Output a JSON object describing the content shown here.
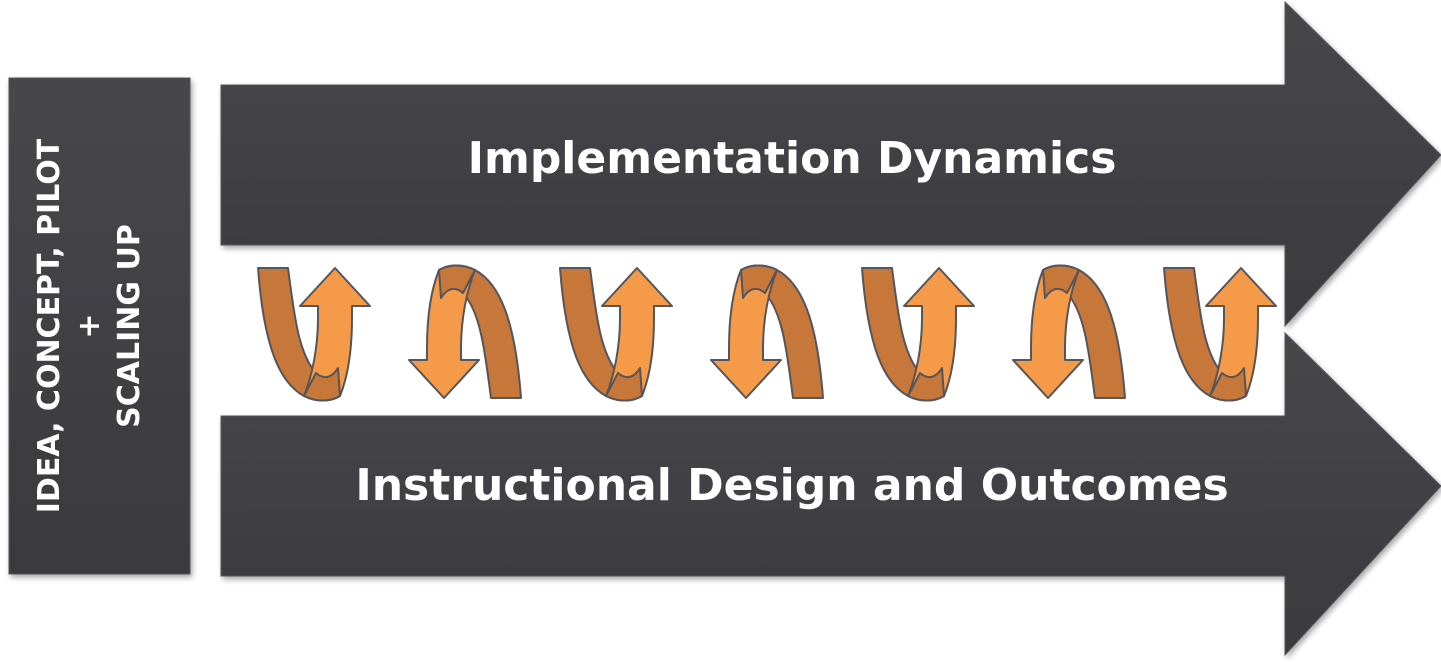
{
  "side_box": {
    "line1": "IDEA, CONCEPT, PILOT",
    "line2": "+",
    "line3": "SCALING UP"
  },
  "top_arrow": {
    "label": "Implementation Dynamics"
  },
  "bottom_arrow": {
    "label": "Instructional Design and Outcomes"
  },
  "loops": [
    "up",
    "down",
    "up",
    "down",
    "up",
    "down",
    "up"
  ],
  "colors": {
    "arrow_fill": "#404044",
    "box_fill": "#3f3f43",
    "loop_dark": "#c8773a",
    "loop_light": "#f59a48",
    "outline": "#55555a",
    "text": "#ffffff"
  }
}
